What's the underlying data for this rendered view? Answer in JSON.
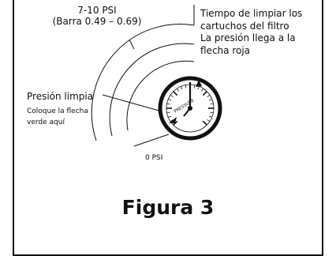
{
  "range_label": {
    "line1": "7-10 PSI",
    "line2": "(Barra 0.49 – 0.69)"
  },
  "right_label": {
    "line1": "Tiempo de limpiar los",
    "line2": "cartuchos del filtro",
    "line3": "La presión llega a la",
    "line4": "flecha roja"
  },
  "left_label": {
    "title": "Presión limpia",
    "sub1": "Coloque la flecha",
    "sub2": "verde aquí"
  },
  "zero_label": "0 PSI",
  "figure_caption": "Figura 3",
  "gauge": {
    "dial_brand": "PRESSURE",
    "needle_color": "#111111",
    "outline_color": "#111111"
  }
}
